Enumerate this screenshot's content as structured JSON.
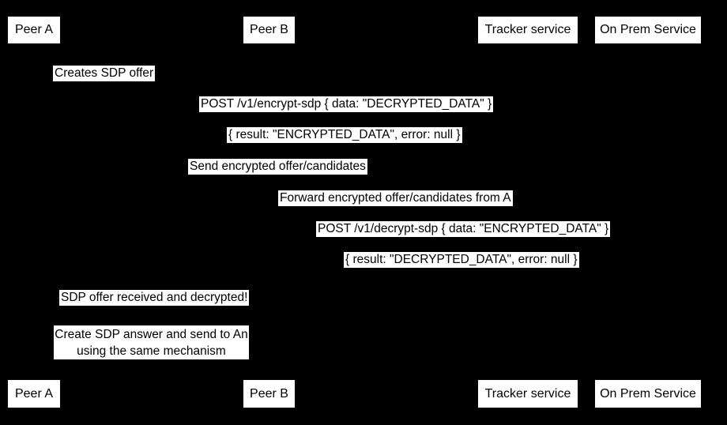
{
  "diagram": {
    "type": "sequence-diagram",
    "colors": {
      "background": "#000000",
      "label_fill": "#ffffff",
      "label_text": "#000000"
    },
    "actors": [
      {
        "label": "Peer A"
      },
      {
        "label": "Peer B"
      },
      {
        "label": "Tracker service"
      },
      {
        "label": "On Prem Service"
      }
    ],
    "messages": [
      {
        "text": "Creates SDP offer"
      },
      {
        "text": "POST /v1/encrypt-sdp { data: \"DECRYPTED_DATA\" }"
      },
      {
        "text": "{ result: \"ENCRYPTED_DATA\", error: null }"
      },
      {
        "text": "Send encrypted offer/candidates"
      },
      {
        "text": "Forward encrypted offer/candidates from A"
      },
      {
        "text": "POST /v1/decrypt-sdp { data: \"ENCRYPTED_DATA\" }"
      },
      {
        "text": "{ result: \"DECRYPTED_DATA\", error: null }"
      },
      {
        "text": "SDP offer received and decrypted!"
      }
    ],
    "note": {
      "text": "Create SDP answer and send to An\nusing the same mechanism"
    }
  }
}
